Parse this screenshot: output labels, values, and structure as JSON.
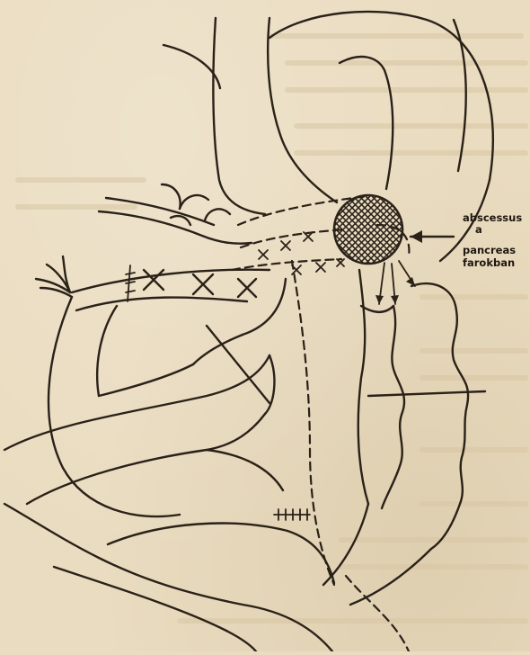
{
  "annotation": {
    "lines": [
      "abscessus",
      "a",
      "pancreas",
      "farokban"
    ]
  },
  "colors": {
    "paper": "#eadcc0",
    "ink": "#2a2118"
  }
}
